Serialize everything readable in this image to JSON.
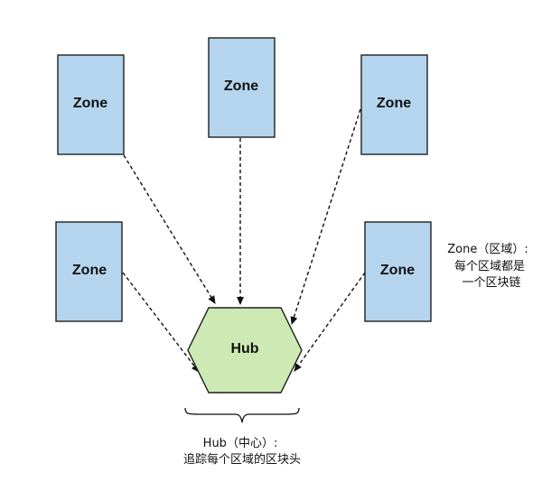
{
  "zones": [
    {
      "id": "zone-top-left",
      "label": "Zone"
    },
    {
      "id": "zone-top-center",
      "label": "Zone"
    },
    {
      "id": "zone-top-right",
      "label": "Zone"
    },
    {
      "id": "zone-mid-left",
      "label": "Zone"
    },
    {
      "id": "zone-mid-right",
      "label": "Zone"
    }
  ],
  "hub": {
    "label": "Hub"
  },
  "zone_note": {
    "line1": "Zone（区域）:",
    "line2": "每个区域都是",
    "line3": "一个区块链"
  },
  "hub_note": {
    "line1": "Hub（中心）:",
    "line2": "追踪每个区域的区块头"
  },
  "colors": {
    "zone_fill": "#b5d5ee",
    "hub_fill": "#cdeab4",
    "stroke": "#1f1f1f"
  }
}
